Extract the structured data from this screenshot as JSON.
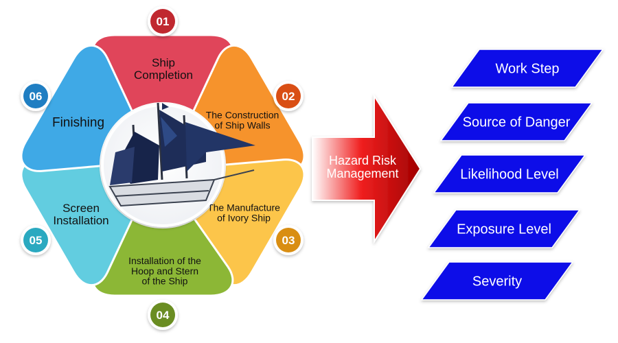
{
  "cycle": {
    "petals": [
      {
        "number": "01",
        "lines": [
          "Ship",
          "Completion"
        ],
        "color": "#e0455a",
        "badge": "#c0282f"
      },
      {
        "number": "02",
        "lines": [
          "The Construction",
          "of Ship Walls"
        ],
        "color": "#f6932c",
        "badge": "#d94e14"
      },
      {
        "number": "03",
        "lines": [
          "The Manufacture",
          "of Ivory Ship"
        ],
        "color": "#fcc54a",
        "badge": "#d98e12"
      },
      {
        "number": "04",
        "lines": [
          "Installation of the",
          "Hoop and Stern",
          "of the Ship"
        ],
        "color": "#8cb736",
        "badge": "#6a8d22"
      },
      {
        "number": "05",
        "lines": [
          "Screen",
          "Installation"
        ],
        "color": "#62cde0",
        "badge": "#2aa9c0"
      },
      {
        "number": "06",
        "lines": [
          "Finishing"
        ],
        "color": "#3fa9e6",
        "badge": "#1f7ec2"
      }
    ],
    "center_icon": "ship-icon"
  },
  "arrow": {
    "lines": [
      "Hazard Risk",
      "Management"
    ],
    "color": "#e81414"
  },
  "factors": {
    "color": "#1010e8",
    "items": [
      "Work Step",
      "Source of Danger",
      "Likelihood Level",
      "Exposure Level",
      "Severity"
    ]
  }
}
